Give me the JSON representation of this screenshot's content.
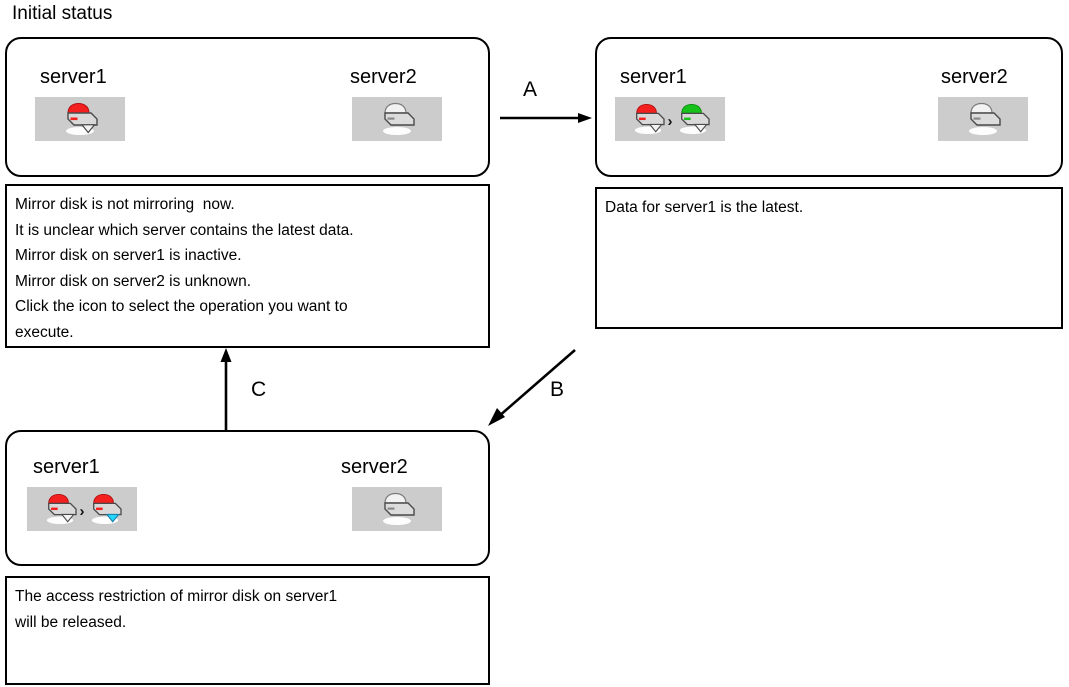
{
  "page": {
    "title": "Initial status"
  },
  "colors": {
    "disk_red": "#f42020",
    "disk_green": "#16c21a",
    "disk_cyan": "#22d8ff",
    "disk_body": "#d9d9d9",
    "icon_plate_bg": "#cccccc",
    "outline": "#000000",
    "background": "#ffffff"
  },
  "nodes": {
    "initial": {
      "servers": [
        {
          "label": "server1",
          "icons": [
            {
              "name": "mirror-disk-icon-red-inactive",
              "dome": "red",
              "badge": "down-triangle"
            }
          ]
        },
        {
          "label": "server2",
          "icons": [
            {
              "name": "mirror-disk-icon-unknown",
              "dome": "grey",
              "badge": "none"
            }
          ]
        }
      ],
      "description": [
        "Mirror disk is not mirroring  now.",
        "It is unclear which server contains the latest data.",
        "Mirror disk on server1 is inactive.",
        "Mirror disk on server2 is unknown.",
        "Click the icon to select the operation you want to",
        "execute."
      ]
    },
    "result_a": {
      "servers": [
        {
          "label": "server1",
          "icons": [
            {
              "name": "mirror-disk-icon-red-inactive",
              "dome": "red",
              "badge": "down-triangle"
            },
            {
              "name": "mirror-disk-icon-green-latest",
              "dome": "green",
              "badge": "down-triangle"
            }
          ],
          "separator": "›"
        },
        {
          "label": "server2",
          "icons": [
            {
              "name": "mirror-disk-icon-unknown",
              "dome": "grey",
              "badge": "none"
            }
          ]
        }
      ],
      "description": [
        "Data for server1 is the latest."
      ]
    },
    "result_b": {
      "servers": [
        {
          "label": "server1",
          "icons": [
            {
              "name": "mirror-disk-icon-red-inactive",
              "dome": "red",
              "badge": "down-triangle"
            },
            {
              "name": "mirror-disk-icon-red-access-released",
              "dome": "red",
              "badge": "cyan-triangle"
            }
          ],
          "separator": "›"
        },
        {
          "label": "server2",
          "icons": [
            {
              "name": "mirror-disk-icon-unknown",
              "dome": "grey",
              "badge": "none"
            }
          ]
        }
      ],
      "description": [
        "The access restriction of mirror disk on server1",
        "will be released."
      ]
    }
  },
  "flows": [
    {
      "id": "flow-a",
      "label": "A",
      "direction": "right"
    },
    {
      "id": "flow-b",
      "label": "B",
      "direction": "down-left"
    },
    {
      "id": "flow-c",
      "label": "C",
      "direction": "up"
    }
  ]
}
